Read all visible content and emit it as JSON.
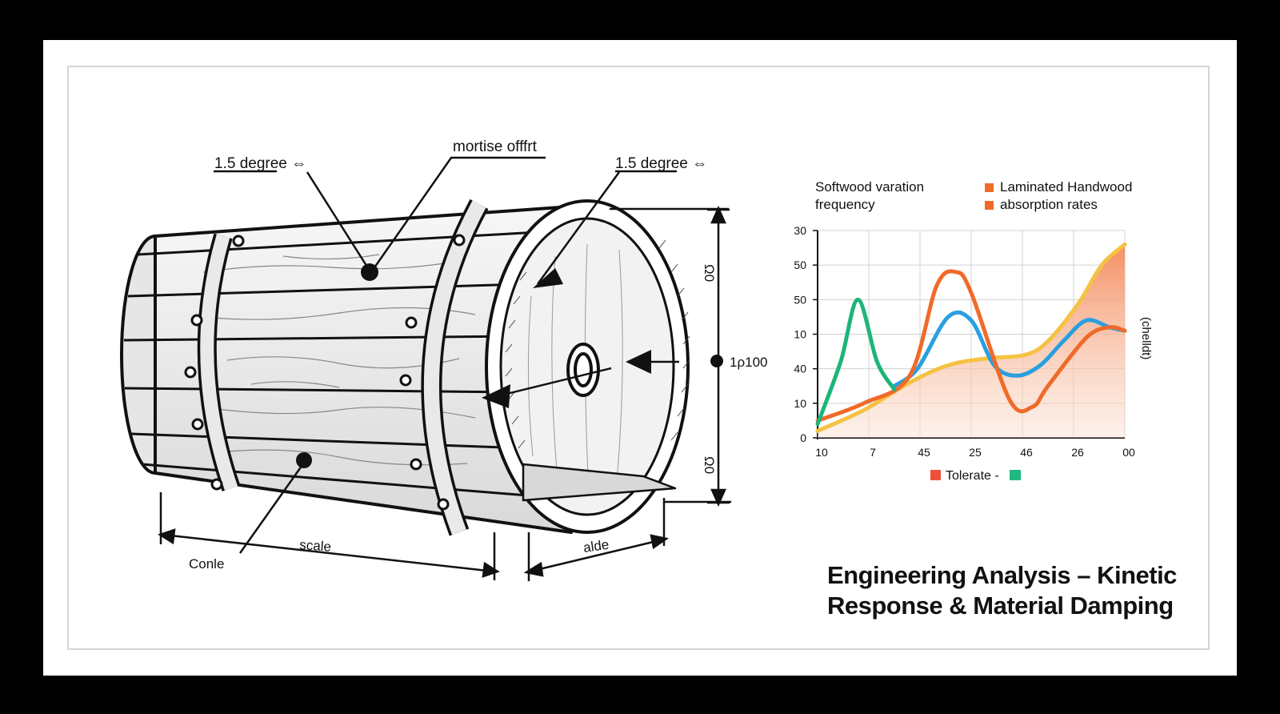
{
  "diagram": {
    "labels": {
      "top_left_angle": "1.5 degree ⇔",
      "top_center": "mortise offfrt",
      "top_right_angle": "1.5 degree ⇔",
      "right_upper": "Ω0",
      "right_middle": "1ρ100",
      "right_lower": "Ω0",
      "bottom_scale": "scale",
      "bottom_cone": "Conle",
      "bottom_side": "alde"
    }
  },
  "chart": {
    "legend_left_line1": "Softwood varation",
    "legend_left_line2": "frequency",
    "legend_right_line1": "Laminated Handwood",
    "legend_right_line2": "absorption rates",
    "right_axis_label": "(chelldt)",
    "bottom_legend_text": "Tolerate -",
    "colors": {
      "orange": "#f06a2a",
      "green": "#1db57a",
      "blue": "#2a9fe0",
      "yellow": "#f5c242",
      "red_legend": "#f0503a",
      "green_legend": "#1fb97e"
    }
  },
  "chart_data": {
    "type": "line",
    "y_tick_labels": [
      "30",
      "50",
      "50",
      "10",
      "40",
      "10",
      "0"
    ],
    "x_tick_labels": [
      "10",
      "7",
      "45",
      "25",
      "46",
      "26",
      "00"
    ],
    "grid": true,
    "series": [
      {
        "color": "#1db57a",
        "x": [
          0,
          0.6,
          1.05,
          1.55,
          2.0
        ],
        "y": [
          0.4,
          2.2,
          4.0,
          2.2,
          1.4
        ]
      },
      {
        "color": "#f06a2a",
        "x": [
          0,
          1.2,
          2.4,
          3.1,
          3.6,
          4.0,
          5.0,
          5.6,
          6.0,
          7.0,
          7.6,
          8.0
        ],
        "y": [
          0.5,
          1.0,
          1.8,
          4.4,
          4.8,
          4.2,
          1.1,
          0.9,
          1.5,
          2.9,
          3.2,
          3.1
        ]
      },
      {
        "color": "#2a9fe0",
        "x": [
          2.0,
          2.6,
          3.4,
          4.0,
          4.6,
          5.2,
          5.8,
          6.4,
          7.0,
          7.6,
          8.0
        ],
        "y": [
          1.5,
          2.0,
          3.5,
          3.4,
          2.1,
          1.8,
          2.1,
          2.8,
          3.4,
          3.2,
          3.1
        ]
      },
      {
        "color": "#f5c242",
        "x": [
          0,
          1.2,
          2.4,
          3.4,
          4.4,
          5.4,
          6.0,
          6.8,
          7.4,
          8.0
        ],
        "y": [
          0.2,
          0.8,
          1.6,
          2.1,
          2.3,
          2.4,
          2.8,
          3.9,
          5.0,
          5.6
        ]
      }
    ]
  },
  "title": {
    "line1": "Engineering Analysis – Kinetic",
    "line2": "Response & Material Damping"
  }
}
